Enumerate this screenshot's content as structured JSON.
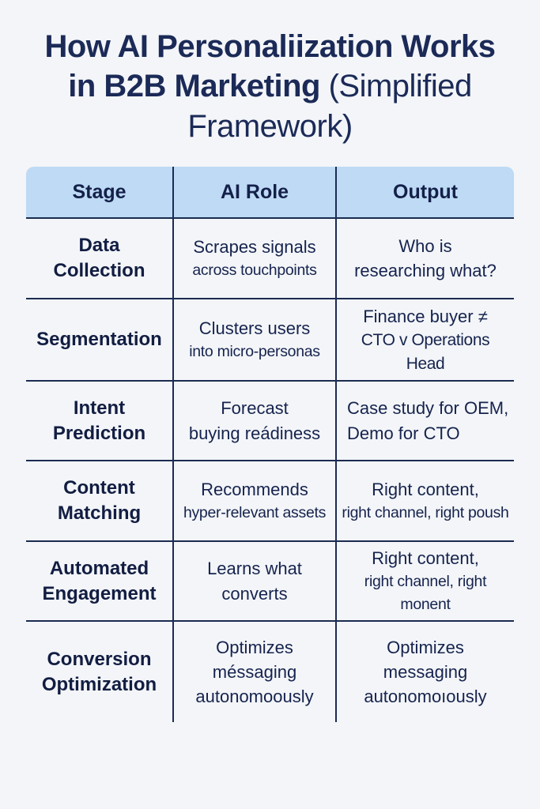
{
  "title": {
    "main": "How AI Personaliization Works in B2B Marketing",
    "paren": "(Simplified Framework)"
  },
  "table": {
    "headers": {
      "stage": "Stage",
      "ai_role": "AI Role",
      "output": "Output"
    },
    "rows": [
      {
        "stage": "Data\nCollection",
        "ai": [
          "Scrapes signals",
          "across touchpoints"
        ],
        "output": [
          "Who is",
          "researching what?"
        ]
      },
      {
        "stage": "Segmentation",
        "ai": [
          "Clusters users",
          "into micro-personas"
        ],
        "output": [
          "Finance buyer ≠",
          "CTO v Operations Head"
        ]
      },
      {
        "stage": "Intent\nPrediction",
        "ai": [
          "Forecast",
          "buying reádiness"
        ],
        "output": [
          "Case study for OEM,",
          "Demo for CTO"
        ]
      },
      {
        "stage": "Content\nMatching",
        "ai": [
          "Recommends",
          "hyper-relevant assets"
        ],
        "output": [
          "Right content,",
          "right channel, right poush"
        ]
      },
      {
        "stage": "Automated\nEngagement",
        "ai": [
          "Learns what",
          "converts"
        ],
        "output": [
          "Right content,",
          "right channel, right monent"
        ]
      },
      {
        "stage": "Conversion\nOptimization",
        "ai": [
          "Optimizes",
          "méssaging",
          "autonomoously"
        ],
        "output": [
          "Optimizes",
          "messaging",
          "autonomoıously"
        ]
      }
    ]
  },
  "colors": {
    "page_background": "#f3f5f8",
    "header_background": "#bedaf4",
    "text_navy": "#16234e",
    "title_navy": "#1b2a57",
    "border_navy": "#1b2b52"
  }
}
